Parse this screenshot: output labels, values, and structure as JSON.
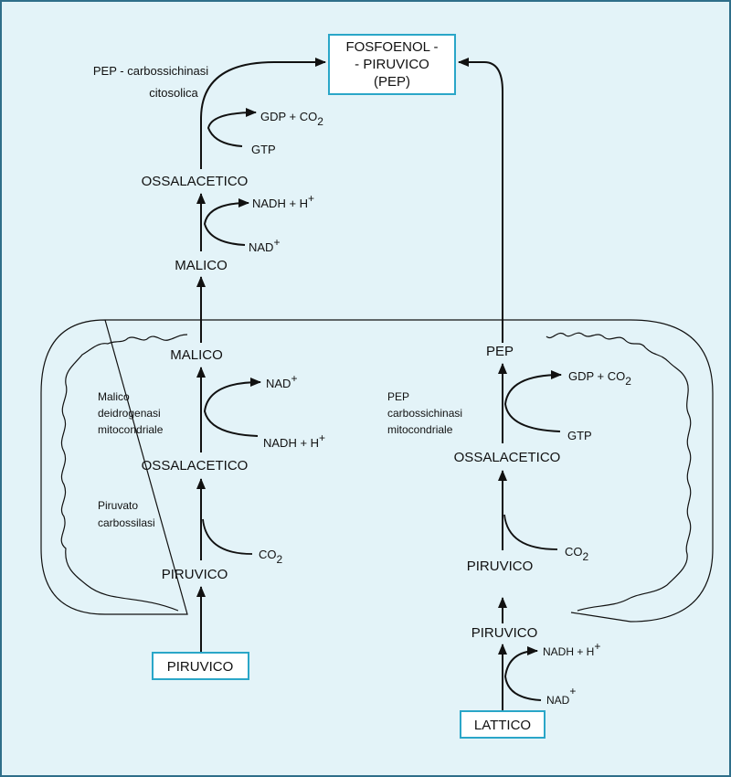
{
  "colors": {
    "background": "#e3f3f8",
    "box_border": "#2aa6c8",
    "frame": "#2f6e8a"
  },
  "boxes": {
    "pep_line1": "FOSFOENOL -",
    "pep_line2": "- PIRUVICO",
    "pep_line3": "(PEP)",
    "piruvico_input": "PIRUVICO",
    "lattico_input": "LATTICO"
  },
  "cytosol": {
    "enzyme_line1": "PEP - carbossichinasi",
    "enzyme_line2": "citosolica",
    "gdp_co2": "GDP + CO",
    "co2_sub": "2",
    "gtp": "GTP",
    "ossalacetico": "OSSALACETICO",
    "nadh_h": "NADH + H",
    "plus": "+",
    "nad": "NAD",
    "malico": "MALICO"
  },
  "mito_left": {
    "malico": "MALICO",
    "enzyme_line1": "Malico",
    "enzyme_line2": "deidrogenasi",
    "enzyme_line3": "mitocondriale",
    "nad": "NAD",
    "nadh_h": "NADH + H",
    "plus": "+",
    "ossalacetico": "OSSALACETICO",
    "carbox_line1": "Piruvato",
    "carbox_line2": "carbossilasi",
    "co2": "CO",
    "co2_sub": "2",
    "piruvico": "PIRUVICO"
  },
  "mito_right": {
    "pep": "PEP",
    "enzyme_line1": "PEP",
    "enzyme_line2": "carbossichinasi",
    "enzyme_line3": "mitocondriale",
    "gdp_co2": "GDP + CO",
    "co2_sub": "2",
    "gtp": "GTP",
    "ossalacetico": "OSSALACETICO",
    "co2": "CO",
    "piruvico": "PIRUVICO"
  },
  "lactate_path": {
    "piruvico": "PIRUVICO",
    "nadh_h": "NADH + H",
    "plus": "+",
    "nad": "NAD"
  }
}
